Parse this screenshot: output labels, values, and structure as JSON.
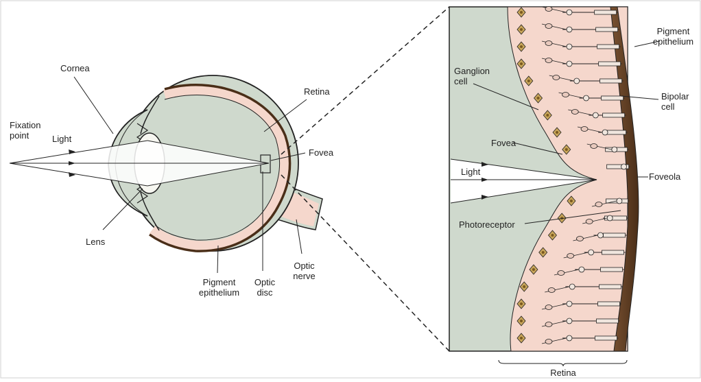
{
  "colors": {
    "eye_fill": "#cfd9cd",
    "retina_fill": "#f5d7cc",
    "pigment": "#5a3a22",
    "ganglion": "#c8a55a",
    "line": "#222222",
    "frame": "#cccccc"
  },
  "labels": {
    "fixation": "Fixation\npoint",
    "light_left": "Light",
    "cornea": "Cornea",
    "lens": "Lens",
    "retina_top": "Retina",
    "fovea_left": "Fovea",
    "pigment_left": "Pigment\nepithelium",
    "optic_disc": "Optic\ndisc",
    "optic_nerve": "Optic\nnerve",
    "ganglion": "Ganglion\ncell",
    "fovea_right": "Fovea",
    "light_right": "Light",
    "photoreceptor": "Photoreceptor",
    "pigment_right": "Pigment\nepithelium",
    "bipolar": "Bipolar\ncell",
    "foveola": "Foveola",
    "retina_bottom": "Retina"
  }
}
